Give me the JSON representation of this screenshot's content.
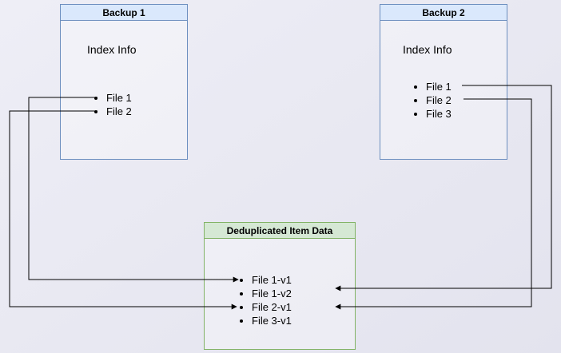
{
  "diagram": {
    "backup1": {
      "title": "Backup 1",
      "subtitle": "Index Info",
      "items": [
        "File 1",
        "File 2"
      ]
    },
    "backup2": {
      "title": "Backup 2",
      "subtitle": "Index Info",
      "items": [
        "File 1",
        "File 2",
        "File 3"
      ]
    },
    "dedup": {
      "title": "Deduplicated Item Data",
      "items": [
        "File 1-v1",
        "File 1-v2",
        "File 2-v1",
        "File 3-v1"
      ]
    },
    "colors": {
      "background": "#e8e8f0",
      "backup_border": "#6c8ebf",
      "backup_header_fill": "#dae8fc",
      "dedup_border": "#82b366",
      "dedup_header_fill": "#d5e8d4",
      "arrow": "#000000"
    }
  }
}
